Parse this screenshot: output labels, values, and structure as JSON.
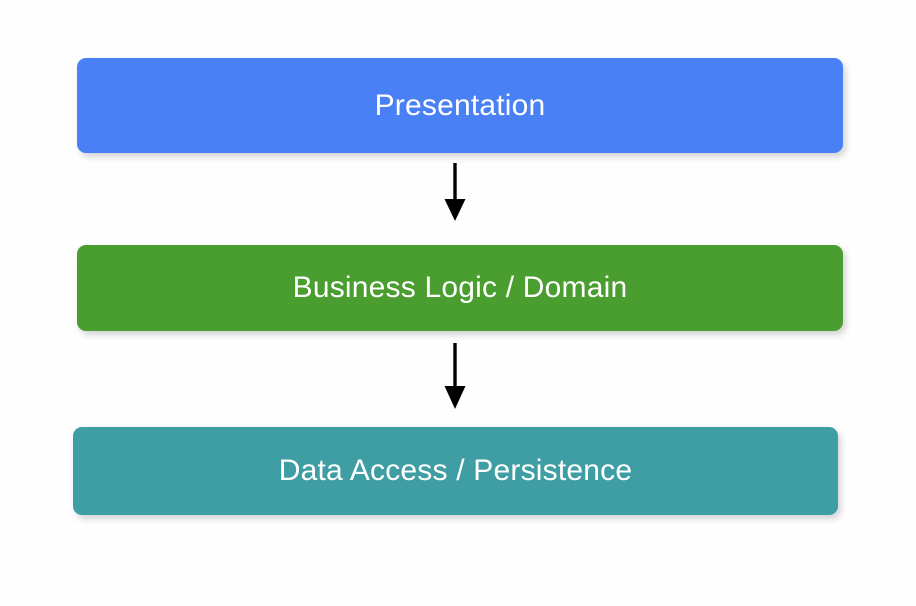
{
  "diagram": {
    "type": "layered-architecture",
    "background_color": "#fefefe",
    "layers": [
      {
        "id": "presentation",
        "label": "Presentation",
        "color": "#4a80f5",
        "text_color": "#ffffff",
        "order": 1
      },
      {
        "id": "business-logic",
        "label": "Business Logic / Domain",
        "color": "#4a9e2f",
        "text_color": "#ffffff",
        "order": 2
      },
      {
        "id": "data-access",
        "label": "Data Access / Persistence",
        "color": "#3f9ea3",
        "text_color": "#ffffff",
        "order": 3
      }
    ],
    "connectors": [
      {
        "id": "presentation-to-business",
        "from": "presentation",
        "to": "business-logic",
        "direction": "down",
        "color": "#000000",
        "head": "solid-triangle"
      },
      {
        "id": "business-to-data",
        "from": "business-logic",
        "to": "data-access",
        "direction": "down",
        "color": "#000000",
        "head": "solid-triangle"
      }
    ]
  }
}
